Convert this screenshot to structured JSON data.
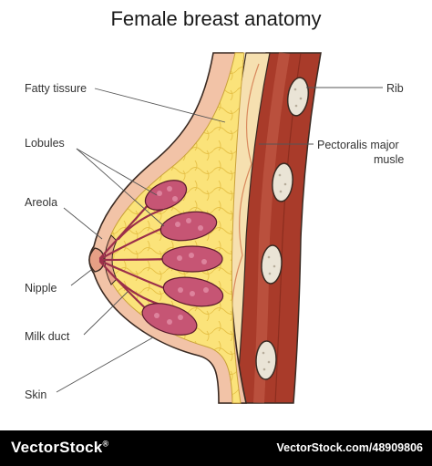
{
  "title": "Female breast anatomy",
  "labels": {
    "fatty_tissue": "Fatty tissure",
    "lobules": "Lobules",
    "areola": "Areola",
    "nipple": "Nipple",
    "milk_duct": "Milk duct",
    "skin": "Skin",
    "rib": "Rib",
    "pectoralis_line1": "Pectoralis major",
    "pectoralis_line2": "musle"
  },
  "footer": {
    "brand": "VectorStock",
    "brand_mark": "®",
    "credit": "VectorStock.com/48909806"
  },
  "colors": {
    "skin": "#f2c3a7",
    "fat": "#fbe37a",
    "lobule": "#c2506f",
    "duct": "#9b2f4a",
    "muscle": "#a93b2a",
    "rib": "#e8e2d6",
    "outline": "#3a2a22"
  }
}
